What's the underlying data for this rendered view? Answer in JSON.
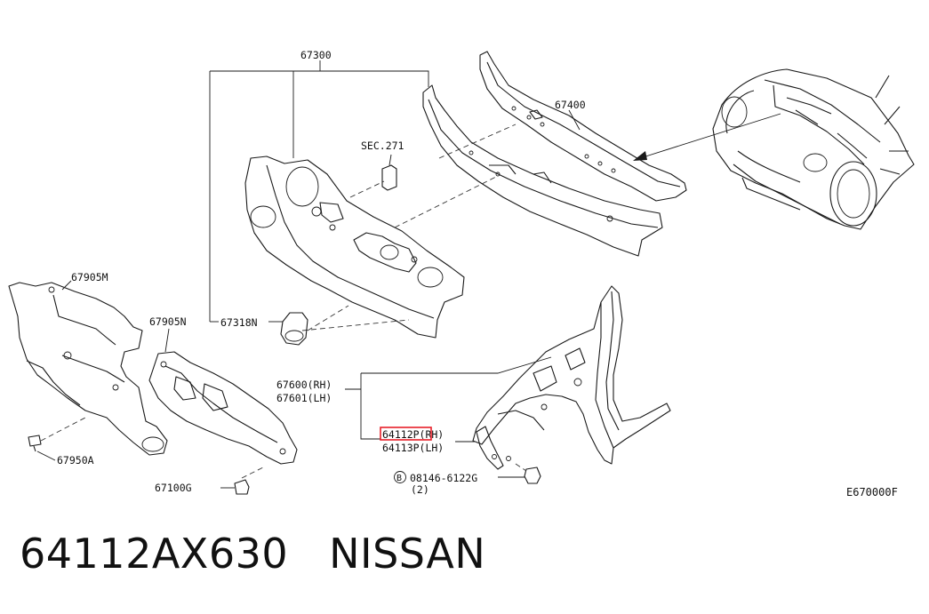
{
  "callouts": {
    "p67300": "67300",
    "p67400": "67400",
    "sec271": "SEC.271",
    "p67905m": "67905M",
    "p67905n": "67905N",
    "p67318n": "67318N",
    "p67950a": "67950A",
    "p67100g": "67100G",
    "p67600": "67600(RH)",
    "p67601": "67601(LH)",
    "p64112p": "64112P(RH)",
    "p64113p": "64113P(LH)",
    "bolt_marker": "B",
    "bolt": "08146-6122G",
    "bolt_qty": "(2)",
    "diagram_code": "E670000F"
  },
  "caption": {
    "part_number": "64112AX630",
    "brand": "NISSAN"
  },
  "highlight_color": "#e8202a",
  "line_color": "#1a1a1a"
}
